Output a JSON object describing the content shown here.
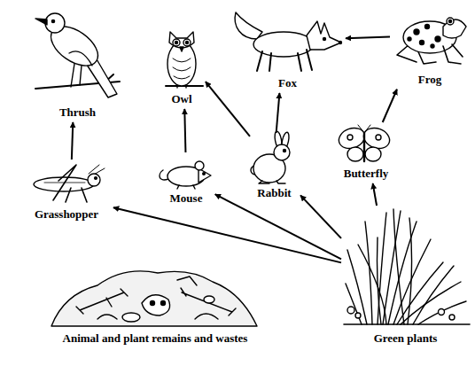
{
  "diagram": {
    "nodes": [
      {
        "text": [
          "Thrush"
        ]
      },
      {
        "text": [
          "Owl"
        ]
      },
      {
        "text": [
          "Fox"
        ]
      },
      {
        "text": [
          "Frog"
        ]
      },
      {
        "text": [
          "Grasshopper"
        ]
      },
      {
        "text": [
          "Mouse"
        ]
      },
      {
        "text": [
          "Rabbit"
        ]
      },
      {
        "text": [
          "Butterfly"
        ]
      },
      {
        "text": [
          "Animal and plant remains and wastes"
        ]
      },
      {
        "text": [
          "Green plants"
        ]
      }
    ],
    "edges": [
      {
        "from": 4,
        "to": 0,
        "arrow": "to"
      },
      {
        "from": 5,
        "to": 1,
        "arrow": "to"
      },
      {
        "from": 6,
        "to": 1,
        "arrow": "to"
      },
      {
        "from": 6,
        "to": 2,
        "arrow": "to"
      },
      {
        "from": 3,
        "to": 2,
        "arrow": "to"
      },
      {
        "from": 7,
        "to": 3,
        "arrow": "to"
      },
      {
        "from": 9,
        "to": 4,
        "arrow": "to"
      },
      {
        "from": 9,
        "to": 5,
        "arrow": "to"
      },
      {
        "from": 9,
        "to": 6,
        "arrow": "to"
      },
      {
        "from": 9,
        "to": 7,
        "arrow": "to"
      }
    ]
  }
}
